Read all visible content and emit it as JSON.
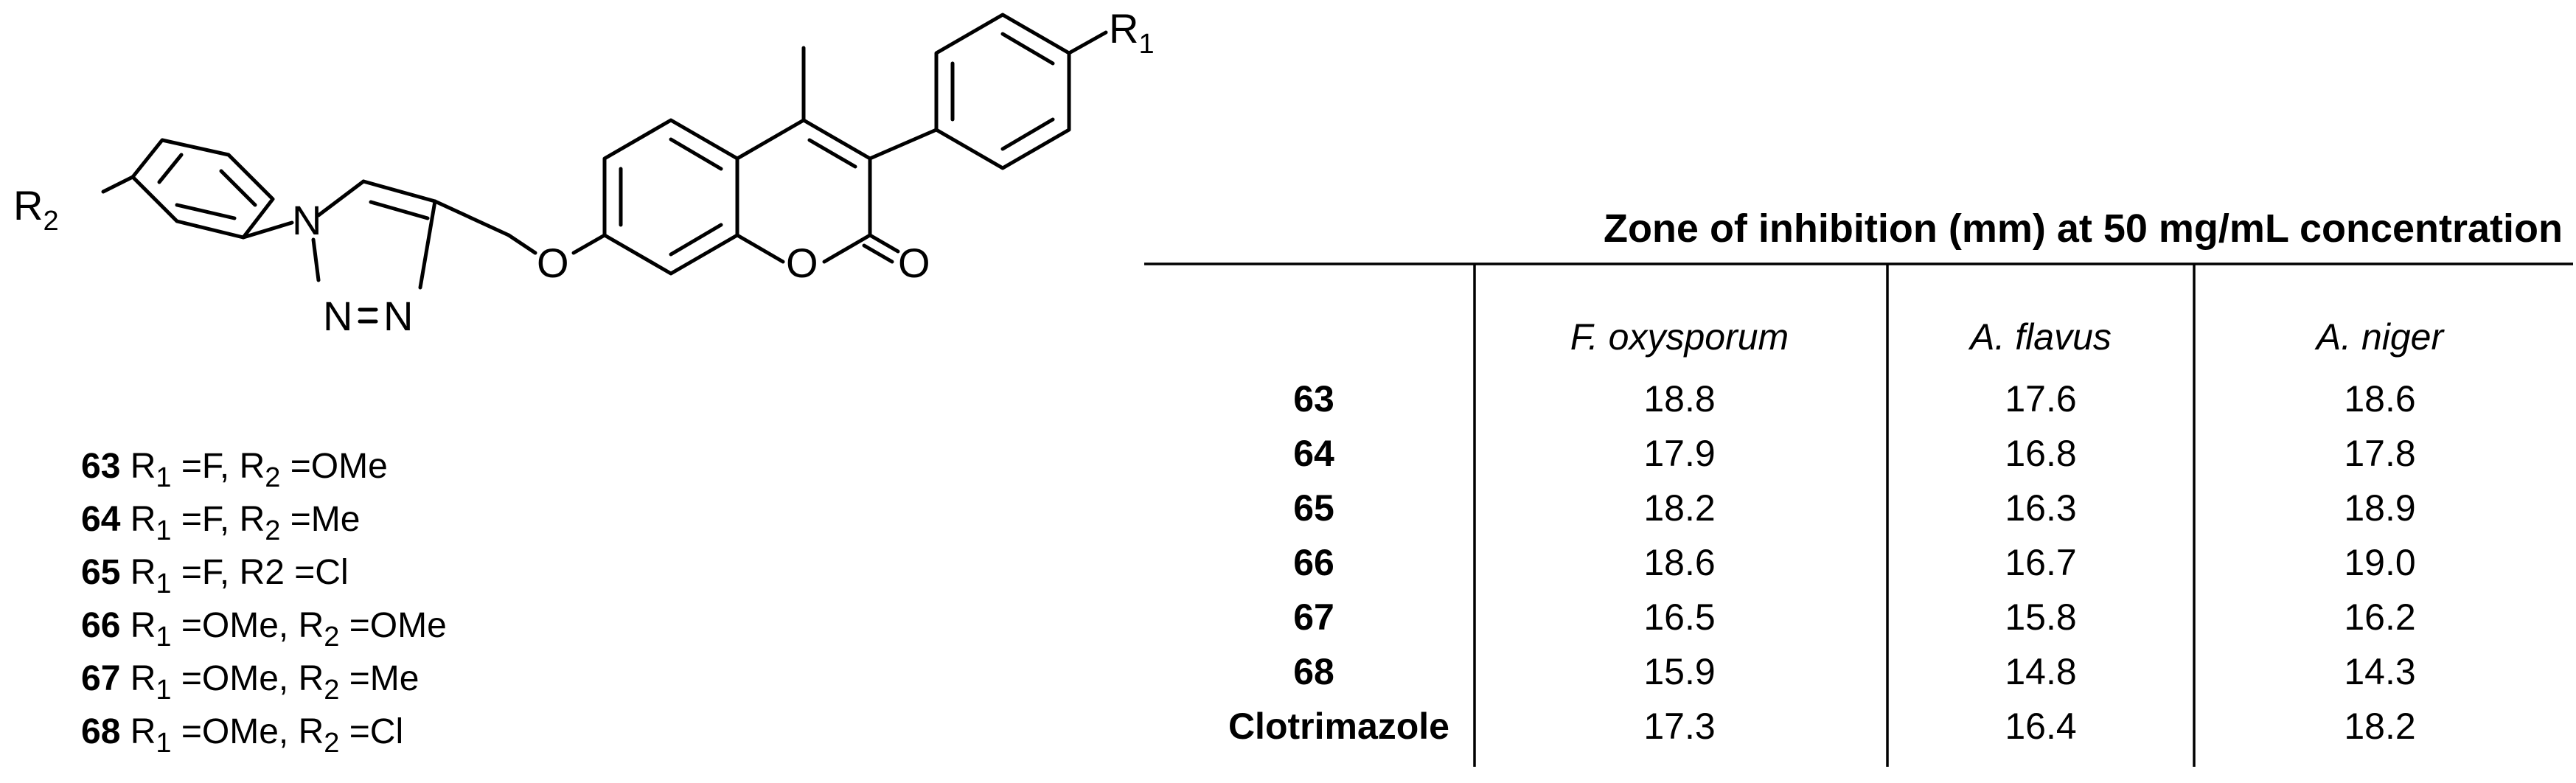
{
  "structure": {
    "atoms": {
      "r1": "R",
      "r1_sub": "1",
      "r2": "R",
      "r2_sub": "2",
      "n1": "N",
      "n2": "N",
      "n3": "N",
      "ether_o": "O",
      "ring_o": "O",
      "carbonyl_o": "O"
    }
  },
  "compound_list": [
    {
      "id": "63",
      "r1_label": "R",
      "r1_sub": "1",
      "r1_value": " =F, ",
      "r2_label": "R",
      "r2_sub": "2",
      "r2_value": " =OMe"
    },
    {
      "id": "64",
      "r1_label": "R",
      "r1_sub": "1",
      "r1_value": " =F, ",
      "r2_label": "R",
      "r2_sub": "2",
      "r2_value": " =Me"
    },
    {
      "id": "65",
      "r1_label": "R",
      "r1_sub": "1",
      "r1_value": " =F, ",
      "r2_label": "R2",
      "r2_sub": "",
      "r2_value": " =Cl"
    },
    {
      "id": "66",
      "r1_label": "R",
      "r1_sub": "1",
      "r1_value": " =OMe, ",
      "r2_label": "R",
      "r2_sub": "2",
      "r2_value": " =OMe"
    },
    {
      "id": "67",
      "r1_label": "R",
      "r1_sub": "1",
      "r1_value": " =OMe, ",
      "r2_label": "R",
      "r2_sub": "2",
      "r2_value": " =Me"
    },
    {
      "id": "68",
      "r1_label": "R",
      "r1_sub": "1",
      "r1_value": " =OMe, ",
      "r2_label": "R",
      "r2_sub": "2",
      "r2_value": " =Cl"
    }
  ],
  "table": {
    "caption": "Zone of inhibition (mm) at 50 mg/mL concentration",
    "columns": [
      "F. oxysporum",
      "A. flavus",
      "A. niger"
    ],
    "rows": [
      {
        "compound": "63",
        "values": [
          "18.8",
          "17.6",
          "18.6"
        ]
      },
      {
        "compound": "64",
        "values": [
          "17.9",
          "16.8",
          "17.8"
        ]
      },
      {
        "compound": "65",
        "values": [
          "18.2",
          "16.3",
          "18.9"
        ]
      },
      {
        "compound": "66",
        "values": [
          "18.6",
          "16.7",
          "19.0"
        ]
      },
      {
        "compound": "67",
        "values": [
          "16.5",
          "15.8",
          "16.2"
        ]
      },
      {
        "compound": "68",
        "values": [
          "15.9",
          "14.8",
          "14.3"
        ]
      },
      {
        "compound": "Clotrimazole",
        "values": [
          "17.3",
          "16.4",
          "18.2"
        ]
      }
    ]
  }
}
